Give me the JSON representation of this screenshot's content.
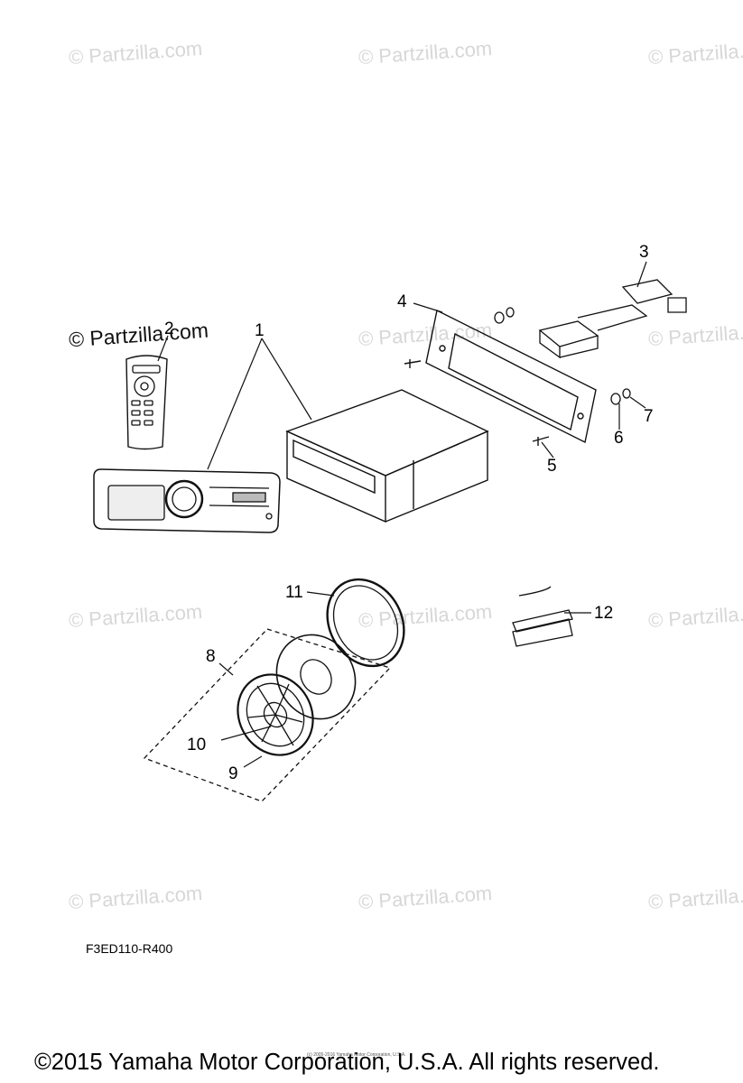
{
  "watermarks": [
    "© Partzilla.com",
    "© Partzilla.com",
    "© Partzilla.com",
    "© Partzilla.com",
    "© Partzilla.com",
    "© Partzilla.com",
    "© Partzilla.com",
    "© Partzilla.com",
    "© Partzilla.com",
    "© Partzilla.com",
    "© Partzilla.com",
    "© Partzilla.com"
  ],
  "callouts": {
    "c1": "1",
    "c2": "2",
    "c3": "3",
    "c4": "4",
    "c5": "5",
    "c6": "6",
    "c7": "7",
    "c8": "8",
    "c9": "9",
    "c10": "10",
    "c11": "11",
    "c12": "12"
  },
  "diagram_code": "F3ED110-R400",
  "footer": {
    "copyright": "©2015 Yamaha Motor Corporation, U.S.A. All rights reserved.",
    "fine_print": "(c) 2005-2016 Yamaha Motor Corporation, U.S.A."
  }
}
